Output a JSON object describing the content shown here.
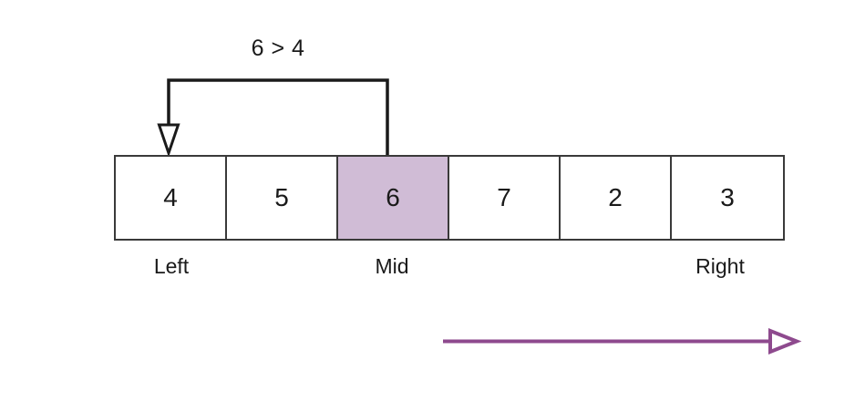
{
  "diagram": {
    "title": "binary-search-comparison-step",
    "comparison_label": "6 > 4",
    "array": {
      "cells": [
        {
          "value": "4",
          "highlighted": false
        },
        {
          "value": "5",
          "highlighted": false
        },
        {
          "value": "6",
          "highlighted": true
        },
        {
          "value": "7",
          "highlighted": false
        },
        {
          "value": "2",
          "highlighted": false
        },
        {
          "value": "3",
          "highlighted": false
        }
      ]
    },
    "pointers": [
      {
        "label": "Left",
        "cell_index": 0
      },
      {
        "label": "Mid",
        "cell_index": 2
      },
      {
        "label": "Right",
        "cell_index": 5
      }
    ],
    "comparison_arrow": {
      "name": "mid-to-left-comparison-arrow",
      "from_cell_index": 2,
      "to_cell_index": 0,
      "style": "hollow-arrowhead",
      "direction": "down"
    },
    "direction_arrow": {
      "name": "search-direction-arrow",
      "direction": "right",
      "style": "hollow-arrowhead"
    },
    "colors": {
      "stroke": "#3a3a3a",
      "text": "#1a1a1a",
      "highlight_fill": "#d0bcd6",
      "direction_arrow": "#8e4a8e",
      "background": "#ffffff"
    }
  }
}
